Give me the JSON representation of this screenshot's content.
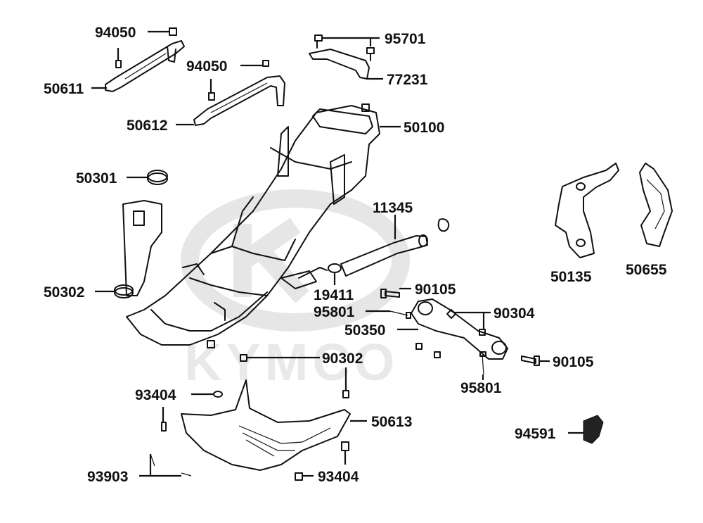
{
  "watermark": {
    "brand": "KYMCO"
  },
  "labels": {
    "p94050a": "94050",
    "p50611": "50611",
    "p94050b": "94050",
    "p50612": "50612",
    "p95701": "95701",
    "p77231": "77231",
    "p50100": "50100",
    "p50301": "50301",
    "p11345": "11345",
    "p50135": "50135",
    "p50655": "50655",
    "p50302": "50302",
    "p19411": "19411",
    "p90105a": "90105",
    "p95801a": "95801",
    "p90304": "90304",
    "p50350": "50350",
    "p90302": "90302",
    "p90105b": "90105",
    "p95801b": "95801",
    "p93404a": "93404",
    "p50613": "50613",
    "p94591": "94591",
    "p93903": "93903",
    "p93404b": "93404"
  }
}
